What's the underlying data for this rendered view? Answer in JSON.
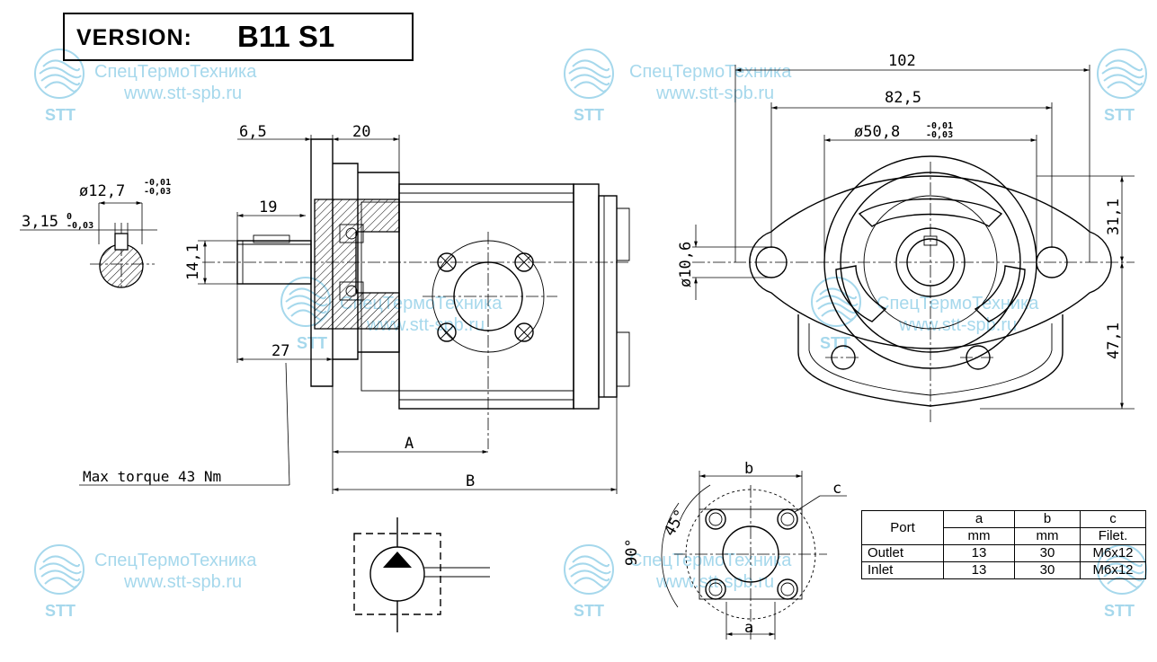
{
  "version": {
    "label": "VERSION:",
    "value": "B11 S1"
  },
  "watermark": {
    "company": "СпецТермоТехника",
    "url": "www.stt-spb.ru",
    "logo_text": "STT"
  },
  "dimensions": {
    "shaft_dia": "ø12,7",
    "shaft_dia_tol_upper": "-0,01",
    "shaft_dia_tol_lower": "-0,03",
    "key_width": "3,15",
    "key_tol_upper": "0",
    "key_tol_lower": "-0,03",
    "shaft_len_6_5": "6,5",
    "flange_20": "20",
    "shaft_19": "19",
    "shaft_14_1": "14,1",
    "shaft_27": "27",
    "dim_a": "A",
    "dim_b": "B",
    "width_102": "102",
    "holes_82_5": "82,5",
    "pilot_dia": "ø50,8",
    "pilot_tol_upper": "-0,01",
    "pilot_tol_lower": "-0,03",
    "hole_dia": "ø10,6",
    "height_31_1": "31,1",
    "height_47_1": "47,1",
    "port_b": "b",
    "port_a": "a",
    "port_c": "c",
    "angle_45": "45°",
    "angle_90": "90°"
  },
  "torque_note": "Max torque 43 Nm",
  "port_table": {
    "header_port": "Port",
    "col_a": "a",
    "col_b": "b",
    "col_c": "c",
    "unit_a": "mm",
    "unit_b": "mm",
    "unit_c": "Filet.",
    "rows": [
      {
        "port": "Outlet",
        "a": "13",
        "b": "30",
        "c": "M6x12"
      },
      {
        "port": "Inlet",
        "a": "13",
        "b": "30",
        "c": "M6x12"
      }
    ]
  }
}
